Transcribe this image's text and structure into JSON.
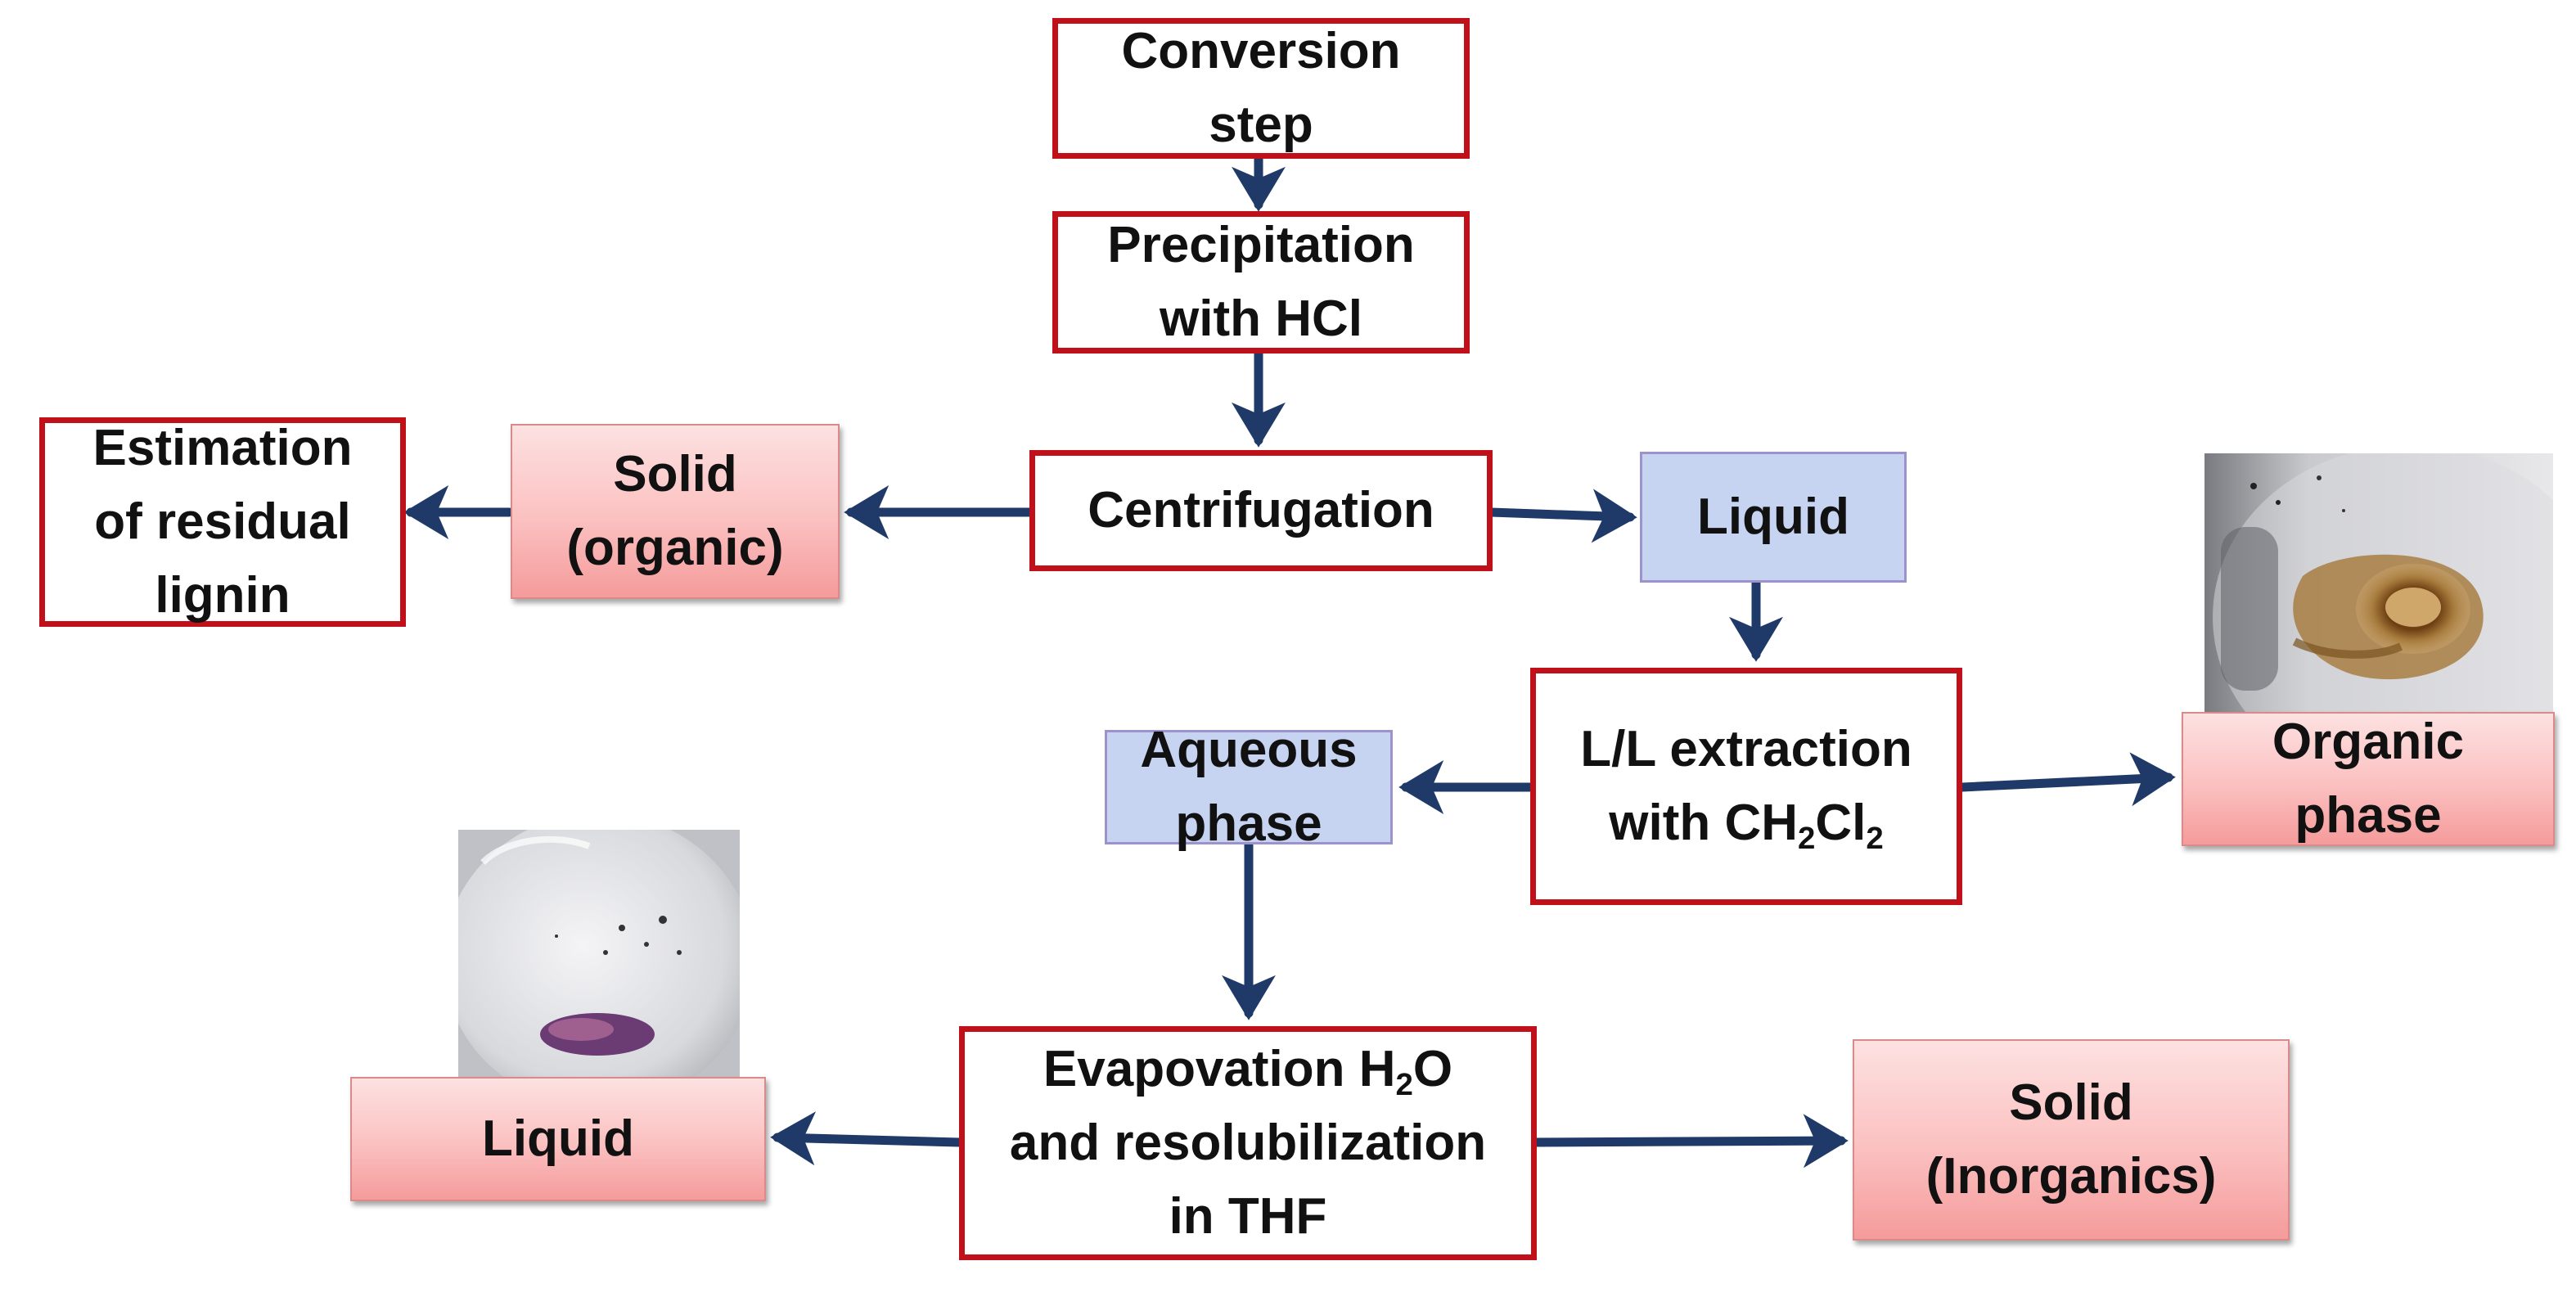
{
  "nodes": {
    "conversion_step": {
      "line1": "Conversion",
      "line2": "step"
    },
    "precipitation": {
      "line1": "Precipitation",
      "line2": "with HCl"
    },
    "centrifugation": {
      "line1": "Centrifugation"
    },
    "solid_organic": {
      "line1": "Solid",
      "line2": "(organic)"
    },
    "estimation": {
      "line1": "Estimation",
      "line2": "of residual",
      "line3": "lignin"
    },
    "liquid_top": {
      "line1": "Liquid"
    },
    "ll_extraction": {
      "line1": "L/L extraction",
      "line2_pre": "with CH",
      "sub1": "2",
      "line2_mid": "Cl",
      "sub2": "2"
    },
    "aqueous_phase": {
      "line1": "Aqueous",
      "line2": "phase"
    },
    "organic_phase": {
      "line1": "Organic",
      "line2": "phase"
    },
    "evaporation": {
      "line1_pre": "Evapovation H",
      "sub1": "2",
      "line1_post": "O",
      "line2": "and resolubilization",
      "line3": "in THF"
    },
    "liquid_bottom": {
      "line1": "Liquid"
    },
    "solid_inorganics": {
      "line1": "Solid",
      "line2": "(Inorganics)"
    }
  },
  "colors": {
    "red_border": "#c0111b",
    "pink_fill": "#fbc0c0",
    "blue_fill": "#c6d4f1",
    "arrow": "#1f3a68"
  },
  "photos": {
    "organic_photo": "photo of flask with brown organic residue",
    "liquid_photo": "photo of glass flask with purple liquid"
  }
}
